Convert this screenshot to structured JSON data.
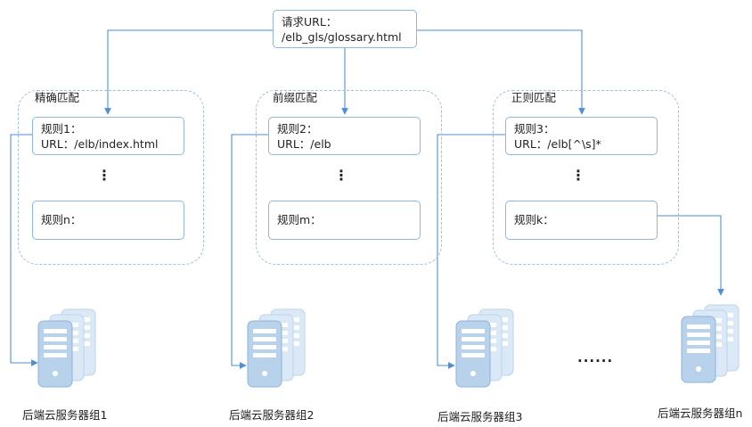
{
  "colors": {
    "line": "#4f8fd4",
    "box_border": "#8fb8e0",
    "server_front": "#b8d2ec",
    "server_back": "#dbe8f6"
  },
  "request": {
    "line1": "请求URL：",
    "line2": "/elb_gls/glossary.html"
  },
  "groups": [
    {
      "title": "精确匹配",
      "rule_a_line1": "规则1：",
      "rule_a_line2": "URL：/elb/index.html",
      "dots": "⋮",
      "rule_b": "规则n："
    },
    {
      "title": "前缀匹配",
      "rule_a_line1": "规则2：",
      "rule_a_line2": "URL：/elb",
      "dots": "⋮",
      "rule_b": "规则m："
    },
    {
      "title": "正则匹配",
      "rule_a_line1": "规则3：",
      "rule_a_line2": "URL：/elb[^\\s]*",
      "dots": "⋮",
      "rule_b": "规则k："
    }
  ],
  "backend_groups": [
    "后端云服务器组1",
    "后端云服务器组2",
    "后端云服务器组3",
    "后端云服务器组n"
  ],
  "ellipsis": "......",
  "icons": {
    "server": "server-stack-icon"
  }
}
